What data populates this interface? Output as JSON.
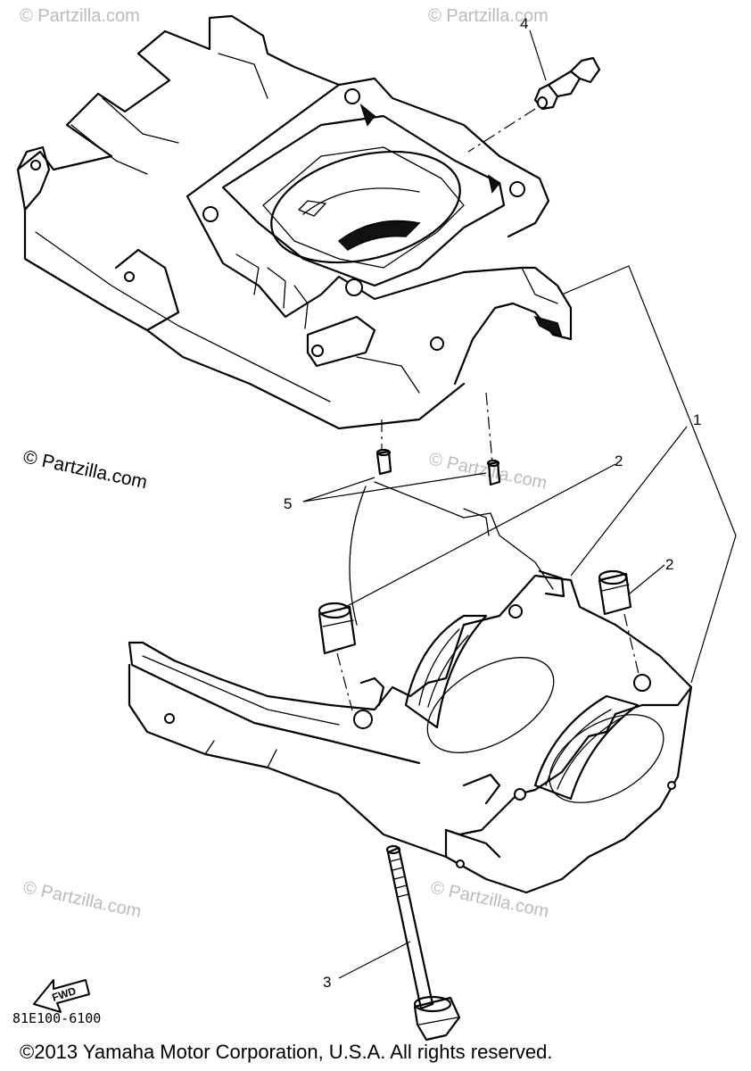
{
  "watermarks": {
    "site": "© Partzilla.com",
    "side": "© Partzilla.com"
  },
  "callouts": {
    "c1": "1",
    "c2a": "2",
    "c2b": "2",
    "c3": "3",
    "c4": "4",
    "c5": "5"
  },
  "icons": {
    "forward_arrow_label": "FWD"
  },
  "diagram_code": "81E100-6100",
  "copyright": "©2013 Yamaha Motor Corporation, U.S.A. All rights reserved."
}
